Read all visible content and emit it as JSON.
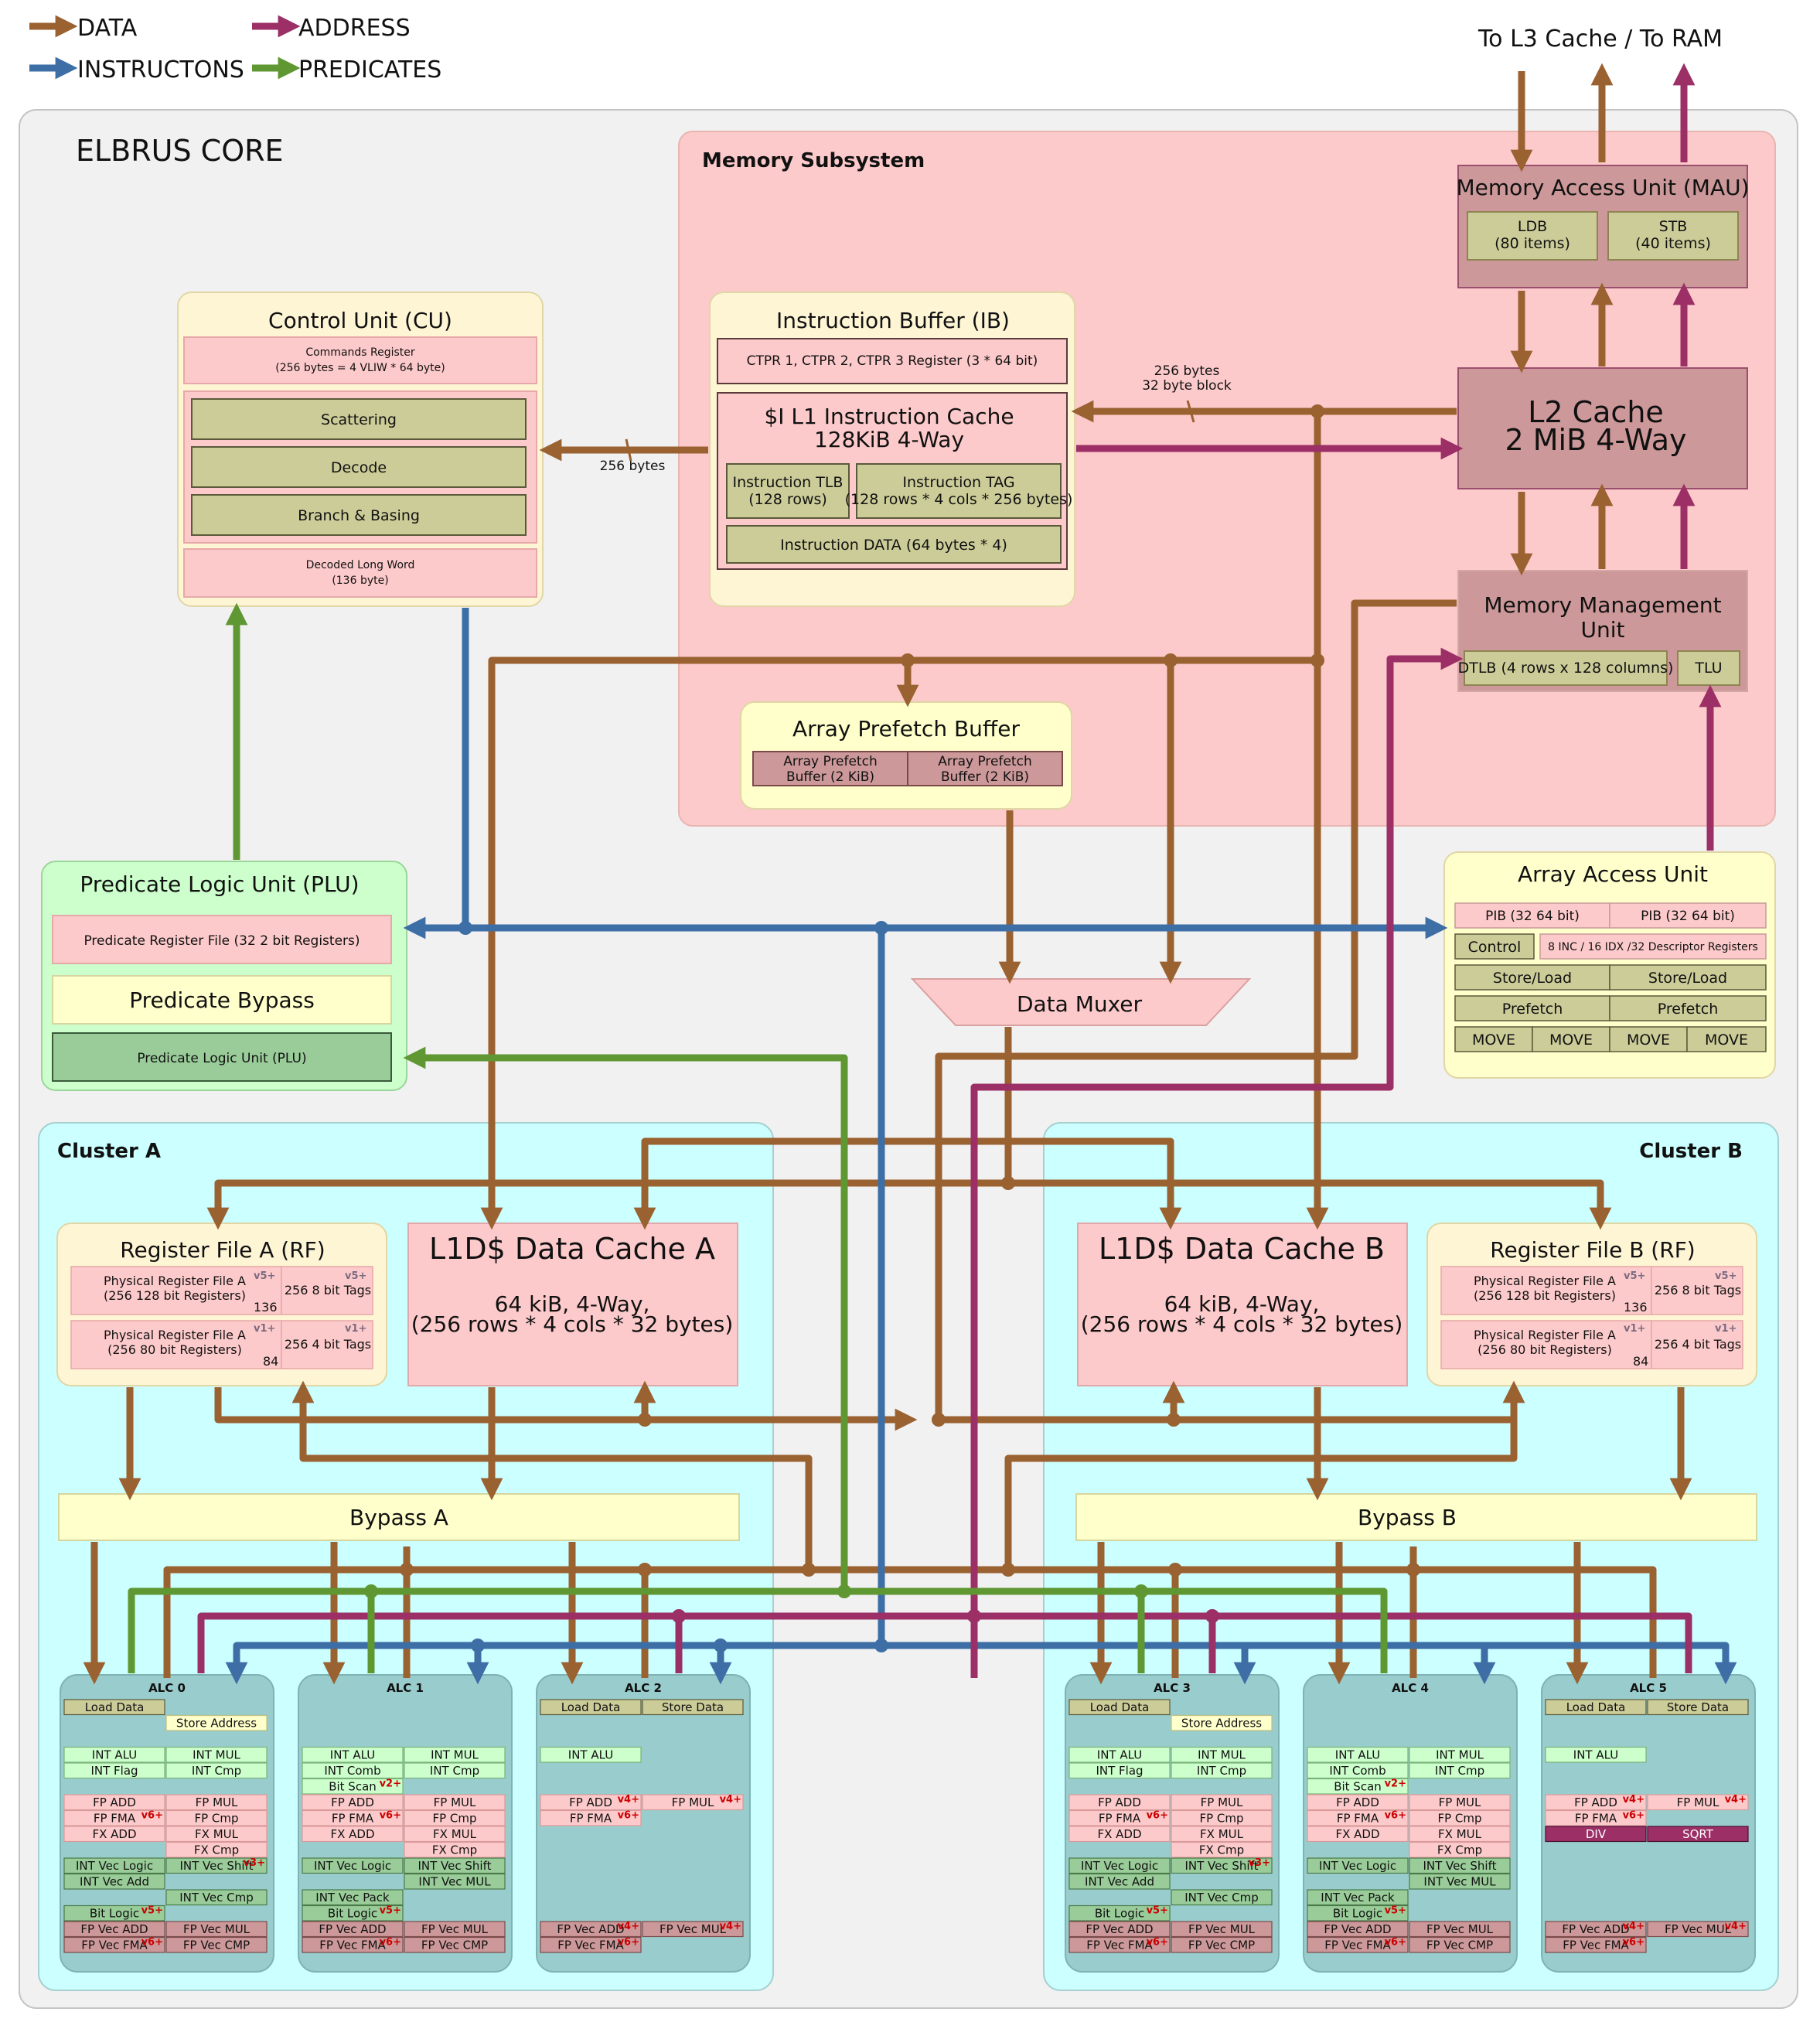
{
  "colors": {
    "data": "#9a6131",
    "instructions": "#3d6ea6",
    "address": "#9b2f66",
    "predicates": "#5f9732"
  },
  "legend": {
    "data": "DATA",
    "address": "ADDRESS",
    "instructions": "INSTRUCTONS",
    "predicates": "PREDICATES"
  },
  "external": {
    "to_l3": "To L3 Cache / To RAM"
  },
  "core": {
    "title": "ELBRUS CORE"
  },
  "memory": {
    "title": "Memory Subsystem",
    "mau": {
      "title": "Memory Access Unit (MAU)",
      "ldb": "LDB",
      "ldb_sub": "(80 items)",
      "stb": "STB",
      "stb_sub": "(40 items)"
    },
    "l2": {
      "line1": "L2 Cache",
      "line2": "2 MiB 4-Way"
    },
    "mmu": {
      "line1": "Memory Management",
      "line2": "Unit",
      "dtlb": "DTLB (4 rows x 128 columns)",
      "tlu": "TLU"
    },
    "ib": {
      "title": "Instruction Buffer (IB)",
      "ctpr": "CTPR 1, CTPR 2, CTPR 3 Register (3 * 64 bit)",
      "l1i_line1": "$I L1 Instruction Cache",
      "l1i_line2": "128KiB 4-Way",
      "tlb_line1": "Instruction TLB",
      "tlb_line2": "(128 rows)",
      "tag_line1": "Instruction TAG",
      "tag_line2": "(128 rows * 4 cols * 256 bytes)",
      "data": "Instruction DATA (64 bytes * 4)"
    },
    "apb": {
      "title": "Array Prefetch Buffer",
      "buf_line1": "Array Prefetch",
      "buf_line2": "Buffer (2 KiB)"
    },
    "l2_to_ib_line1": "256 bytes",
    "l2_to_ib_line2": "32 byte block",
    "ib_to_cu": "256 bytes"
  },
  "cu": {
    "title": "Control Unit (CU)",
    "cmd_line1": "Commands Register",
    "cmd_line2": "(256 bytes = 4 VLIW * 64 byte)",
    "scattering": "Scattering",
    "decode": "Decode",
    "branch": "Branch & Basing",
    "dlw_line1": "Decoded Long Word",
    "dlw_line2": "(136 byte)"
  },
  "plu": {
    "title": "Predicate Logic Unit (PLU)",
    "prf": "Predicate Register File (32 2 bit Registers)",
    "bypass": "Predicate Bypass",
    "unit": "Predicate Logic Unit (PLU)"
  },
  "aau": {
    "title": "Array Access Unit",
    "pib": "PIB (32 64 bit)",
    "control": "Control",
    "desc": "8 INC / 16 IDX /32 Descriptor Registers",
    "store_load": "Store/Load",
    "prefetch": "Prefetch",
    "move": "MOVE"
  },
  "muxer": {
    "title": "Data Muxer"
  },
  "cluster_a": {
    "title": "Cluster A",
    "rf_title": "Register File A (RF)",
    "prf1_line1": "Physical Register File A",
    "prf1_line2": "(256 128 bit Registers)",
    "prf1_bits": "136 bit",
    "prf1_ver": "v5+",
    "tags1": "256 8 bit Tags",
    "prf2_line1": "Physical Register File A",
    "prf2_line2": "(256 80 bit Registers)",
    "prf2_bits": "84 bit",
    "prf2_ver": "v1+",
    "tags2": "256 4 bit Tags",
    "l1d_title": "L1D$ Data Cache A",
    "l1d_line1": "64 kiB, 4-Way,",
    "l1d_line2": "(256 rows * 4 cols * 32 bytes)",
    "bypass": "Bypass A"
  },
  "cluster_b": {
    "title": "Cluster B",
    "rf_title": "Register File B (RF)",
    "prf1_line1": "Physical Register File A",
    "prf1_line2": "(256 128 bit Registers)",
    "prf1_bits": "136 bit",
    "prf1_ver": "v5+",
    "tags1": "256 8 bit Tags",
    "prf2_line1": "Physical Register File A",
    "prf2_line2": "(256 80 bit Registers)",
    "prf2_bits": "84 bit",
    "prf2_ver": "v1+",
    "tags2": "256 4 bit Tags",
    "l1d_title": "L1D$ Data Cache B",
    "l1d_line1": "64 kiB, 4-Way,",
    "l1d_line2": "(256 rows * 4 cols * 32 bytes)",
    "bypass": "Bypass B"
  },
  "alcs": [
    {
      "name": "ALC 0",
      "kind": "full",
      "rows": [
        [
          [
            "Load Data",
            "ld",
            ""
          ],
          null
        ],
        [
          null,
          [
            "Store Address",
            "sa",
            ""
          ]
        ],
        "gap",
        [
          [
            "INT ALU",
            "g",
            ""
          ],
          [
            "INT MUL",
            "g",
            ""
          ]
        ],
        [
          [
            "INT Flag",
            "g",
            ""
          ],
          [
            "INT Cmp",
            "g",
            ""
          ]
        ],
        "gap",
        [
          [
            "FP ADD",
            "p",
            ""
          ],
          [
            "FP MUL",
            "p",
            ""
          ]
        ],
        [
          [
            "FP FMA",
            "p",
            "v6+"
          ],
          [
            "FP Cmp",
            "p",
            ""
          ]
        ],
        [
          [
            "FX ADD",
            "p",
            ""
          ],
          [
            "FX MUL",
            "p",
            ""
          ]
        ],
        [
          null,
          [
            "FX Cmp",
            "p",
            ""
          ]
        ],
        [
          [
            "INT Vec Logic",
            "dg",
            ""
          ],
          [
            "INT Vec Shift",
            "dg",
            "v3+"
          ]
        ],
        [
          [
            "INT Vec Add",
            "dg",
            ""
          ],
          null
        ],
        [
          null,
          [
            "INT Vec Cmp",
            "dg",
            ""
          ]
        ],
        [
          [
            "Bit Logic",
            "dg",
            "v5+"
          ],
          null
        ],
        [
          [
            "FP Vec ADD",
            "dp",
            ""
          ],
          [
            "FP Vec MUL",
            "dp",
            ""
          ]
        ],
        [
          [
            "FP Vec FMA",
            "dp",
            "v6+"
          ],
          [
            "FP Vec CMP",
            "dp",
            ""
          ]
        ]
      ]
    },
    {
      "name": "ALC 1",
      "kind": "full",
      "rows": [
        "gap",
        "gap",
        "gap",
        [
          [
            "INT ALU",
            "g",
            ""
          ],
          [
            "INT MUL",
            "g",
            ""
          ]
        ],
        [
          [
            "INT Comb",
            "g",
            ""
          ],
          [
            "INT Cmp",
            "g",
            ""
          ]
        ],
        [
          [
            "Bit Scan",
            "g",
            "v2+"
          ],
          null
        ],
        [
          [
            "FP ADD",
            "p",
            ""
          ],
          [
            "FP MUL",
            "p",
            ""
          ]
        ],
        [
          [
            "FP FMA",
            "p",
            "v6+"
          ],
          [
            "FP Cmp",
            "p",
            ""
          ]
        ],
        [
          [
            "FX ADD",
            "p",
            ""
          ],
          [
            "FX MUL",
            "p",
            ""
          ]
        ],
        [
          null,
          [
            "FX Cmp",
            "p",
            ""
          ]
        ],
        [
          [
            "INT Vec Logic",
            "dg",
            ""
          ],
          [
            "INT Vec Shift",
            "dg",
            ""
          ]
        ],
        [
          null,
          [
            "INT Vec MUL",
            "dg",
            ""
          ]
        ],
        [
          [
            "INT Vec Pack",
            "dg",
            ""
          ],
          null
        ],
        [
          [
            "Bit Logic",
            "dg",
            "v5+"
          ],
          null
        ],
        [
          [
            "FP Vec ADD",
            "dp",
            ""
          ],
          [
            "FP Vec MUL",
            "dp",
            ""
          ]
        ],
        [
          [
            "FP Vec FMA",
            "dp",
            "v6+"
          ],
          [
            "FP Vec CMP",
            "dp",
            ""
          ]
        ]
      ]
    },
    {
      "name": "ALC 2",
      "kind": "small",
      "rows": [
        [
          [
            "Load Data",
            "ld",
            ""
          ],
          [
            "Store Data",
            "ld",
            ""
          ]
        ],
        "gap",
        "gap",
        [
          [
            "INT ALU",
            "g",
            ""
          ],
          null
        ],
        "gap",
        "gap",
        [
          [
            "FP ADD",
            "p",
            "v4+"
          ],
          [
            "FP MUL",
            "p",
            "v4+"
          ]
        ],
        [
          [
            "FP FMA",
            "p",
            "v6+"
          ],
          null
        ],
        "gap",
        "gap",
        "gap",
        "gap",
        "gap",
        "gap",
        [
          [
            "FP Vec ADD",
            "dp",
            "v4+"
          ],
          [
            "FP Vec MUL",
            "dp",
            "v4+"
          ]
        ],
        [
          [
            "FP Vec FMA",
            "dp",
            "v6+"
          ],
          null
        ]
      ]
    },
    {
      "name": "ALC 3",
      "kind": "full",
      "rows": [
        [
          [
            "Load Data",
            "ld",
            ""
          ],
          null
        ],
        [
          null,
          [
            "Store Address",
            "sa",
            ""
          ]
        ],
        "gap",
        [
          [
            "INT ALU",
            "g",
            ""
          ],
          [
            "INT MUL",
            "g",
            ""
          ]
        ],
        [
          [
            "INT Flag",
            "g",
            ""
          ],
          [
            "INT Cmp",
            "g",
            ""
          ]
        ],
        "gap",
        [
          [
            "FP ADD",
            "p",
            ""
          ],
          [
            "FP MUL",
            "p",
            ""
          ]
        ],
        [
          [
            "FP FMA",
            "p",
            "v6+"
          ],
          [
            "FP Cmp",
            "p",
            ""
          ]
        ],
        [
          [
            "FX ADD",
            "p",
            ""
          ],
          [
            "FX MUL",
            "p",
            ""
          ]
        ],
        [
          null,
          [
            "FX Cmp",
            "p",
            ""
          ]
        ],
        [
          [
            "INT Vec Logic",
            "dg",
            ""
          ],
          [
            "INT Vec Shift",
            "dg",
            "v3+"
          ]
        ],
        [
          [
            "INT Vec Add",
            "dg",
            ""
          ],
          null
        ],
        [
          null,
          [
            "INT Vec Cmp",
            "dg",
            ""
          ]
        ],
        [
          [
            "Bit Logic",
            "dg",
            "v5+"
          ],
          null
        ],
        [
          [
            "FP Vec ADD",
            "dp",
            ""
          ],
          [
            "FP Vec MUL",
            "dp",
            ""
          ]
        ],
        [
          [
            "FP Vec FMA",
            "dp",
            "v6+"
          ],
          [
            "FP Vec CMP",
            "dp",
            ""
          ]
        ]
      ]
    },
    {
      "name": "ALC 4",
      "kind": "full",
      "rows": [
        "gap",
        "gap",
        "gap",
        [
          [
            "INT ALU",
            "g",
            ""
          ],
          [
            "INT MUL",
            "g",
            ""
          ]
        ],
        [
          [
            "INT Comb",
            "g",
            ""
          ],
          [
            "INT Cmp",
            "g",
            ""
          ]
        ],
        [
          [
            "Bit Scan",
            "g",
            "v2+"
          ],
          null
        ],
        [
          [
            "FP ADD",
            "p",
            ""
          ],
          [
            "FP MUL",
            "p",
            ""
          ]
        ],
        [
          [
            "FP FMA",
            "p",
            "v6+"
          ],
          [
            "FP Cmp",
            "p",
            ""
          ]
        ],
        [
          [
            "FX ADD",
            "p",
            ""
          ],
          [
            "FX MUL",
            "p",
            ""
          ]
        ],
        [
          null,
          [
            "FX Cmp",
            "p",
            ""
          ]
        ],
        [
          [
            "INT Vec Logic",
            "dg",
            ""
          ],
          [
            "INT Vec Shift",
            "dg",
            ""
          ]
        ],
        [
          null,
          [
            "INT Vec MUL",
            "dg",
            ""
          ]
        ],
        [
          [
            "INT Vec Pack",
            "dg",
            ""
          ],
          null
        ],
        [
          [
            "Bit Logic",
            "dg",
            "v5+"
          ],
          null
        ],
        [
          [
            "FP Vec ADD",
            "dp",
            ""
          ],
          [
            "FP Vec MUL",
            "dp",
            ""
          ]
        ],
        [
          [
            "FP Vec FMA",
            "dp",
            "v6+"
          ],
          [
            "FP Vec CMP",
            "dp",
            ""
          ]
        ]
      ]
    },
    {
      "name": "ALC 5",
      "kind": "small",
      "rows": [
        [
          [
            "Load Data",
            "ld",
            ""
          ],
          [
            "Store Data",
            "ld",
            ""
          ]
        ],
        "gap",
        "gap",
        [
          [
            "INT ALU",
            "g",
            ""
          ],
          null
        ],
        "gap",
        "gap",
        [
          [
            "FP ADD",
            "p",
            "v4+"
          ],
          [
            "FP MUL",
            "p",
            "v4+"
          ]
        ],
        [
          [
            "FP FMA",
            "p",
            "v6+"
          ],
          null
        ],
        [
          [
            "DIV",
            "div",
            ""
          ],
          [
            "SQRT",
            "div",
            ""
          ]
        ],
        "gap",
        "gap",
        "gap",
        "gap",
        "gap",
        [
          [
            "FP Vec ADD",
            "dp",
            "v4+"
          ],
          [
            "FP Vec MUL",
            "dp",
            "v4+"
          ]
        ],
        [
          [
            "FP Vec FMA",
            "dp",
            "v6+"
          ],
          null
        ]
      ]
    }
  ]
}
